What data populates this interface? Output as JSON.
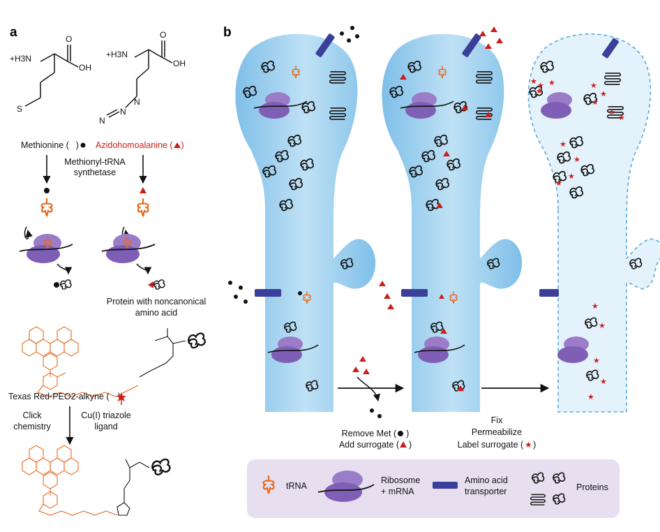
{
  "panels": {
    "a": "a",
    "b": "b"
  },
  "panel_a": {
    "met_chem_h3n": "+H3N",
    "met_chem_oh": "OH",
    "met_chem_o": "O",
    "met_chem_s": "S",
    "aha_chem_h3n": "+H3N",
    "aha_chem_oh": "OH",
    "aha_chem_o": "O",
    "aha_chem_n1": "N",
    "aha_chem_n2": "N",
    "aha_chem_n3": "N",
    "methionine_label": "Methionine (",
    "methionine_label_end": ")",
    "aha_label": "Azidohomoalanine (",
    "aha_label_end": ")",
    "synthetase_line1": "Methionyl-tRNA",
    "synthetase_line2": "synthetase",
    "noncanonical_line1": "Protein with noncanonical",
    "noncanonical_line2": "amino acid",
    "texas_red_label": "Texas Red-PEO2-alkyne (",
    "texas_red_label_end": ")",
    "click_line1": "Click",
    "click_line2": "chemistry",
    "cu_line1": "Cu(I) triazole",
    "cu_line2": "ligand"
  },
  "panel_b": {
    "remove_met": "Remove Met (",
    "remove_met_end": ")",
    "add_surrogate": "Add surrogate (",
    "add_surrogate_end": ")",
    "fix": "Fix",
    "permeabilize": "Permeabilize",
    "label_surrogate": "Label surrogate (",
    "label_surrogate_end": ")"
  },
  "legend": {
    "trna": "tRNA",
    "ribosome_line1": "Ribosome",
    "ribosome_line2": "+ mRNA",
    "transporter_line1": "Amino acid",
    "transporter_line2": "transporter",
    "proteins": "Proteins"
  },
  "colors": {
    "cell_fill": "#9fd0ee",
    "cell_fill_light": "#dff0fa",
    "cell_border": "#5aa9db",
    "trna": "#e86a1e",
    "ribosome": "#8c6cc0",
    "transporter": "#3a3f9a",
    "surrogate_red": "#cc1f1a",
    "legend_bg": "#e7def0"
  }
}
